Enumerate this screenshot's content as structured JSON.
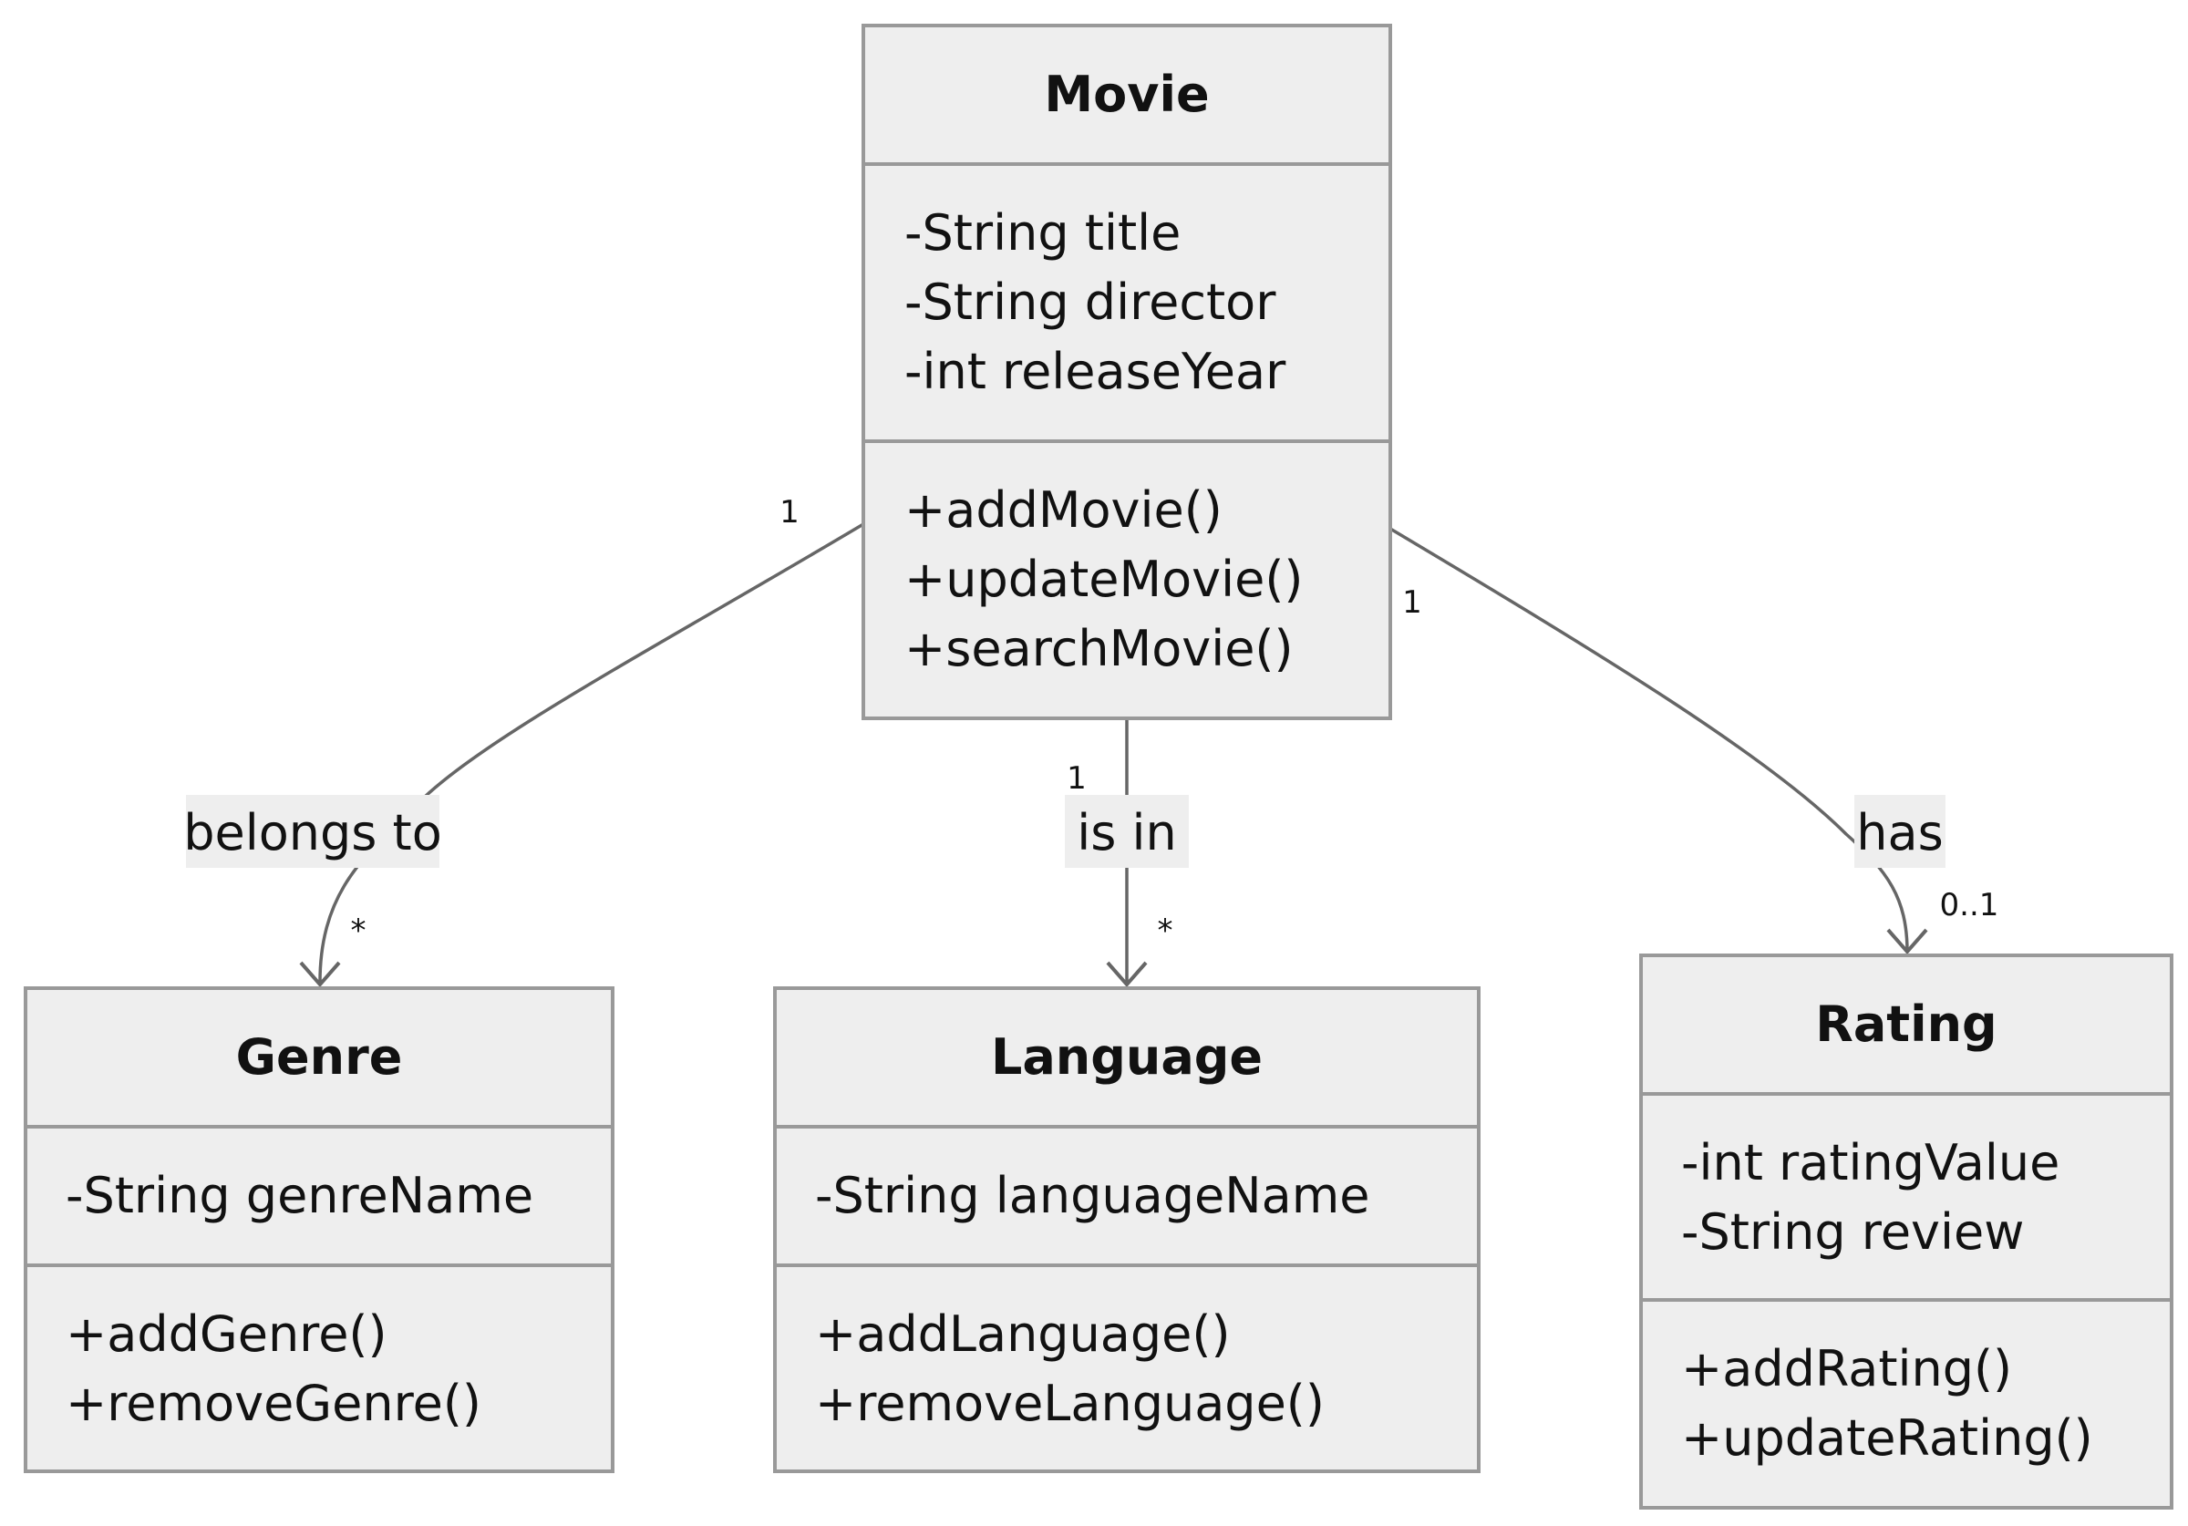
{
  "classes": {
    "movie": {
      "name": "Movie",
      "attributes": [
        "-String title",
        "-String director",
        "-int releaseYear"
      ],
      "methods": [
        "+addMovie()",
        "+updateMovie()",
        "+searchMovie()"
      ]
    },
    "genre": {
      "name": "Genre",
      "attributes": [
        "-String genreName"
      ],
      "methods": [
        "+addGenre()",
        "+removeGenre()"
      ]
    },
    "language": {
      "name": "Language",
      "attributes": [
        "-String languageName"
      ],
      "methods": [
        "+addLanguage()",
        "+removeLanguage()"
      ]
    },
    "rating": {
      "name": "Rating",
      "attributes": [
        "-int ratingValue",
        "-String review"
      ],
      "methods": [
        "+addRating()",
        "+updateRating()"
      ]
    }
  },
  "relations": {
    "movie_genre": {
      "label": "belongs to",
      "from_mult": "1",
      "to_mult": "*"
    },
    "movie_language": {
      "label": "is in",
      "from_mult": "1",
      "to_mult": "*"
    },
    "movie_rating": {
      "label": "has",
      "from_mult": "1",
      "to_mult": "0..1"
    }
  },
  "colors": {
    "box_fill": "#eeeeee",
    "box_stroke": "#999999",
    "line": "#666666",
    "text": "#111111"
  }
}
